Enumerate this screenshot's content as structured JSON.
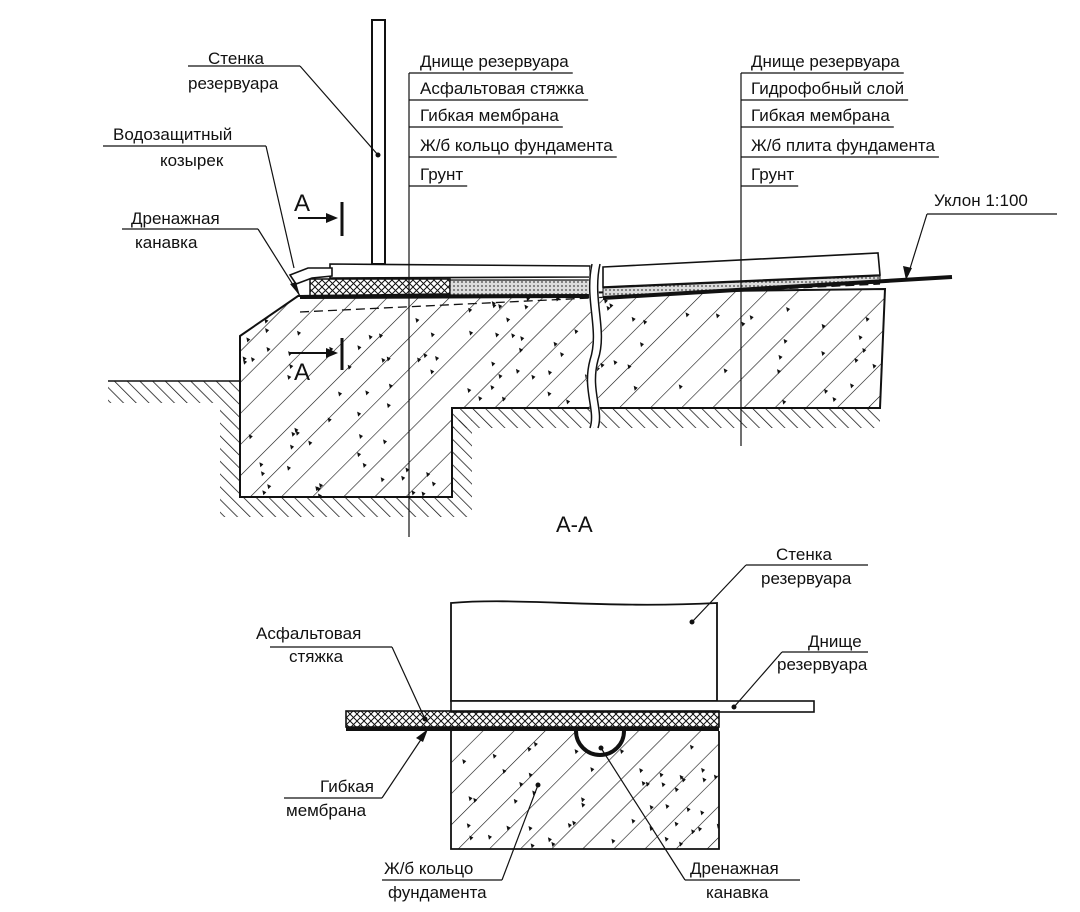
{
  "top_view": {
    "wall_label": [
      "Стенка",
      "резервуара"
    ],
    "visor_label": [
      "Водозащитный",
      "козырек"
    ],
    "drain_label": [
      "Дренажная",
      "канавка"
    ],
    "ring_layers": [
      "Днище резервуара",
      "Асфальтовая стяжка",
      "Гибкая мембрана",
      "Ж/б кольцо фундамента",
      "Грунт"
    ],
    "slab_layers": [
      "Днище резервуара",
      "Гидрофобный слой",
      "Гибкая мембрана",
      "Ж/б плита фундамента",
      "Грунт"
    ],
    "slope_label": "Уклон 1:100",
    "section_letter": "А"
  },
  "section_view": {
    "title": "А-А",
    "wall_label": [
      "Стенка",
      "резервуара"
    ],
    "bottom_label": [
      "Днище",
      "резервуара"
    ],
    "asphalt_label": [
      "Асфальтовая",
      "стяжка"
    ],
    "membrane_label": [
      "Гибкая",
      "мембрана"
    ],
    "ring_label": [
      "Ж/б кольцо",
      "фундамента"
    ],
    "drain_label": [
      "Дренажная",
      "канавка"
    ]
  }
}
